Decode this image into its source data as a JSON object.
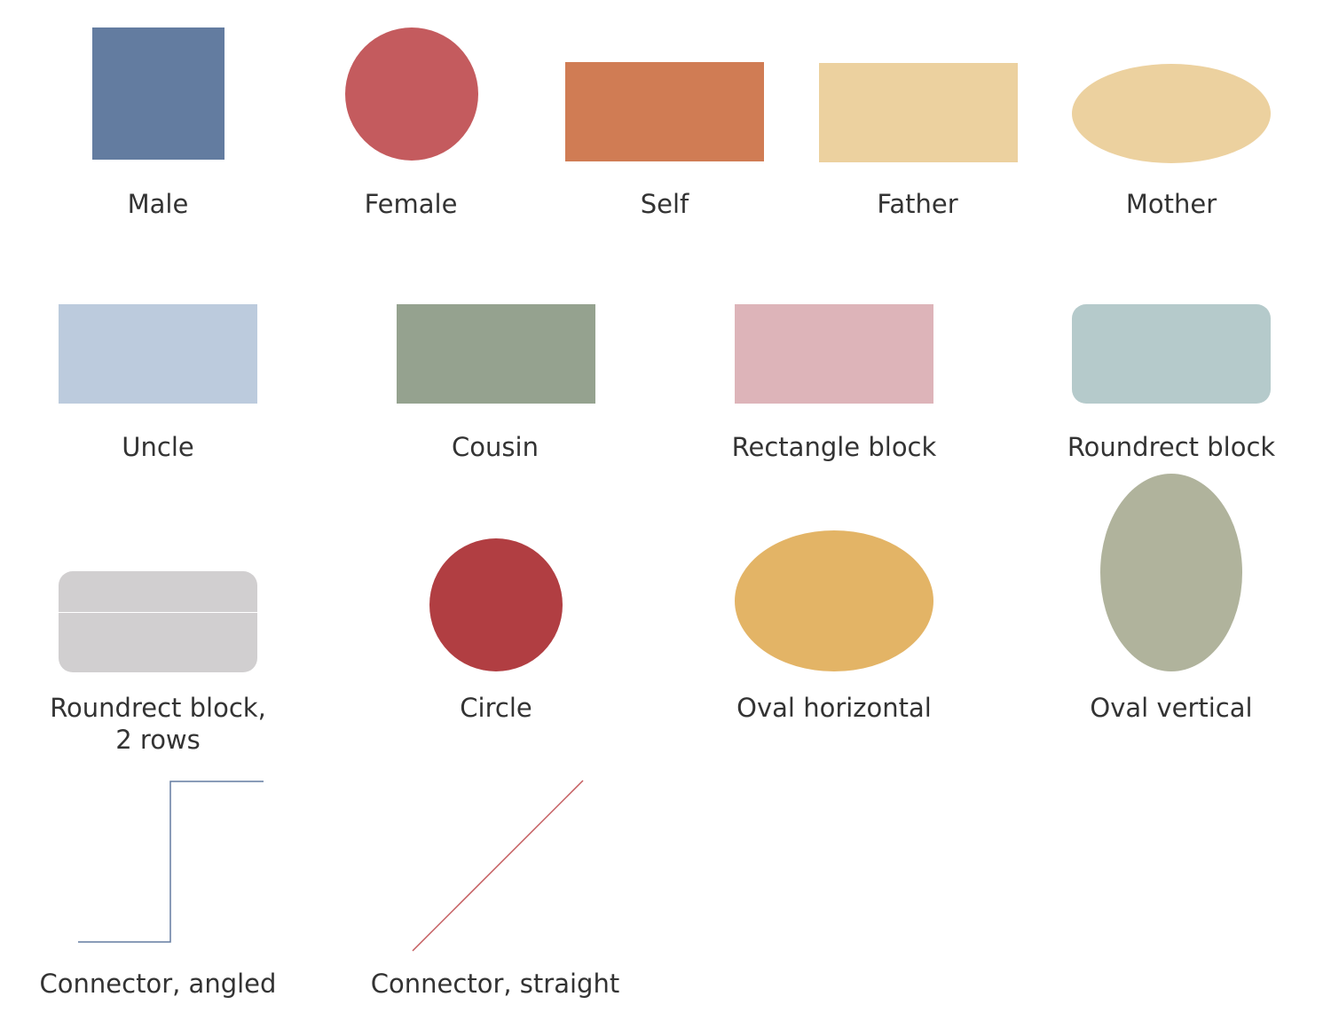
{
  "shapes": {
    "male": {
      "label": "Male",
      "color": "#637ca0"
    },
    "female": {
      "label": "Female",
      "color": "#c45b5e"
    },
    "self": {
      "label": "Self",
      "color": "#d07c54"
    },
    "father": {
      "label": "Father",
      "color": "#ecd19f"
    },
    "mother": {
      "label": "Mother",
      "color": "#ecd19f"
    },
    "uncle": {
      "label": "Uncle",
      "color": "#bccbdd"
    },
    "cousin": {
      "label": "Cousin",
      "color": "#95a28f"
    },
    "rectangle_block": {
      "label": "Rectangle block",
      "color": "#ddb4b9"
    },
    "roundrect_block": {
      "label": "Roundrect block",
      "color": "#b5cacb"
    },
    "roundrect_block_2rows": {
      "label_line1": "Roundrect block,",
      "label_line2": "2 rows",
      "color": "#d1cfd0"
    },
    "circle": {
      "label": "Circle",
      "color": "#b13e42"
    },
    "oval_horizontal": {
      "label": "Oval horizontal",
      "color": "#e3b466"
    },
    "oval_vertical": {
      "label": "Oval vertical",
      "color": "#b0b39c"
    },
    "connector_angled": {
      "label": "Connector, angled",
      "color": "#637ca0"
    },
    "connector_straight": {
      "label": "Connector, straight",
      "color": "#c45b5e"
    }
  }
}
